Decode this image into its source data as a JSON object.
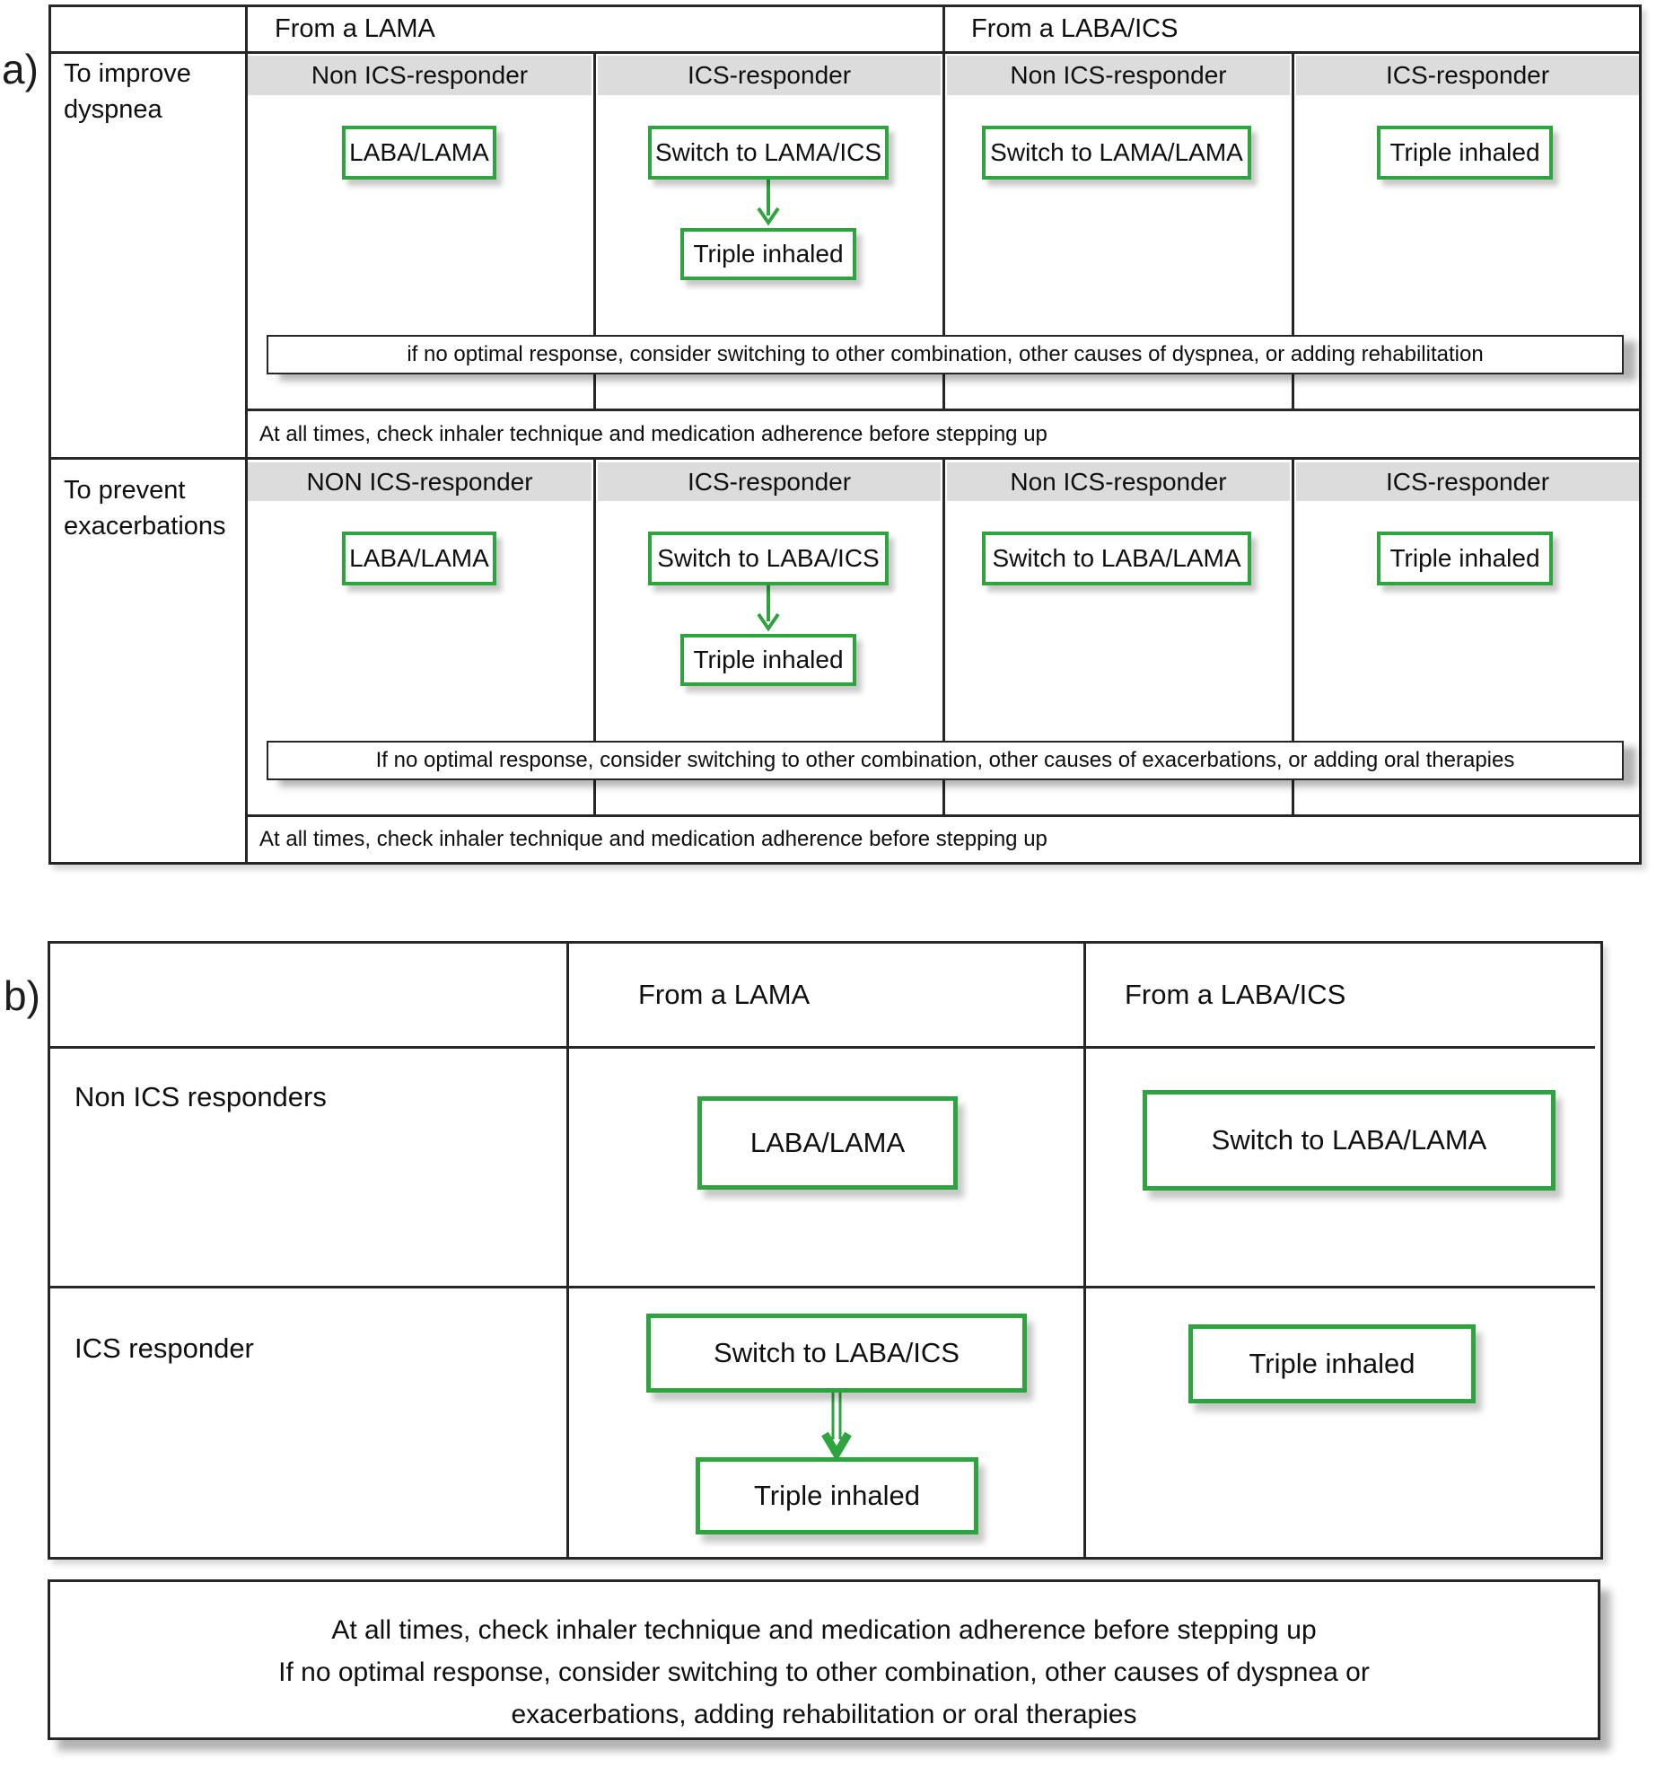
{
  "colors": {
    "box_border_green": "#2ea43e",
    "table_line": "#262626",
    "subheader_gray": "#dcdcdc",
    "background": "#ffffff"
  },
  "panel_a": {
    "label": "a)",
    "col_headers": {
      "from_lama": "From a LAMA",
      "from_labaics": "From a LABA/ICS"
    },
    "sections": [
      {
        "row_label": "To improve dyspnea",
        "sub_headers": [
          "Non ICS-responder",
          "ICS-responder",
          "Non ICS-responder",
          "ICS-responder"
        ],
        "boxes": [
          "LABA/LAMA",
          "Switch to LAMA/ICS",
          "Switch to LAMA/LAMA",
          "Triple inhaled"
        ],
        "arrow_target": "Triple inhaled",
        "note_bar": "if no optimal response, consider switching to other combination, other causes of dyspnea, or adding rehabilitation",
        "footer": "At all times, check inhaler technique and medication adherence before stepping up"
      },
      {
        "row_label": "To prevent exacerbations",
        "sub_headers": [
          "NON ICS-responder",
          "ICS-responder",
          "Non ICS-responder",
          "ICS-responder"
        ],
        "boxes": [
          "LABA/LAMA",
          "Switch to LABA/ICS",
          "Switch to LABA/LAMA",
          "Triple inhaled"
        ],
        "arrow_target": "Triple inhaled",
        "note_bar": "If no optimal response, consider switching to other combination, other causes of exacerbations, or adding oral therapies",
        "footer": "At all times, check inhaler technique and medication adherence before stepping up"
      }
    ]
  },
  "panel_b": {
    "label": "b)",
    "col_headers": {
      "from_lama": "From a LAMA",
      "from_labaics": "From a LABA/ICS"
    },
    "rows": [
      {
        "row_label": "Non ICS responders",
        "from_lama_box": "LABA/LAMA",
        "from_labaics_box": "Switch to LABA/LAMA"
      },
      {
        "row_label": "ICS responder",
        "from_lama_box": "Switch to LABA/ICS",
        "arrow_target": "Triple inhaled",
        "from_labaics_box": "Triple inhaled"
      }
    ],
    "footer_lines": [
      "At all times, check inhaler technique and medication adherence before stepping up",
      "If no optimal response, consider switching to other combination, other causes of dyspnea or",
      "exacerbations, adding rehabilitation or oral therapies"
    ]
  }
}
